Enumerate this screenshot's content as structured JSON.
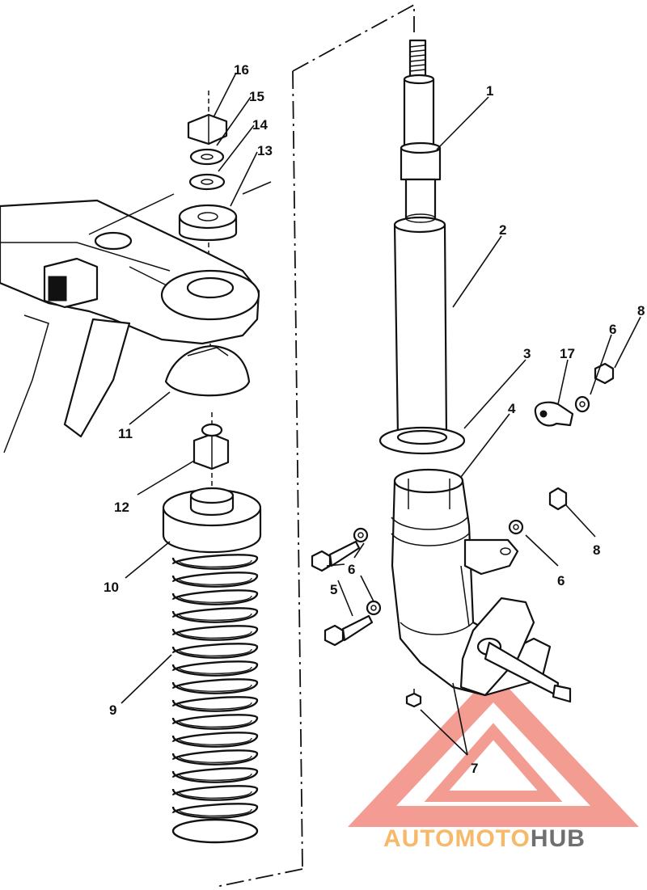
{
  "diagram": {
    "callouts": [
      {
        "id": "1",
        "label": "1"
      },
      {
        "id": "2",
        "label": "2"
      },
      {
        "id": "3",
        "label": "3"
      },
      {
        "id": "4",
        "label": "4"
      },
      {
        "id": "5",
        "label": "5"
      },
      {
        "id": "6a",
        "label": "6"
      },
      {
        "id": "6b",
        "label": "6"
      },
      {
        "id": "6c",
        "label": "6"
      },
      {
        "id": "7",
        "label": "7"
      },
      {
        "id": "8a",
        "label": "8"
      },
      {
        "id": "8b",
        "label": "8"
      },
      {
        "id": "9",
        "label": "9"
      },
      {
        "id": "10",
        "label": "10"
      },
      {
        "id": "11",
        "label": "11"
      },
      {
        "id": "12",
        "label": "12"
      },
      {
        "id": "13",
        "label": "13"
      },
      {
        "id": "14",
        "label": "14"
      },
      {
        "id": "15",
        "label": "15"
      },
      {
        "id": "16",
        "label": "16"
      },
      {
        "id": "17",
        "label": "17"
      }
    ]
  },
  "watermark": {
    "part1": "AUTOMOTO",
    "part2": "HUB",
    "color_primary": "#f28b80",
    "color_accent": "#f6b96a",
    "color_dark": "#6f6f6f"
  }
}
